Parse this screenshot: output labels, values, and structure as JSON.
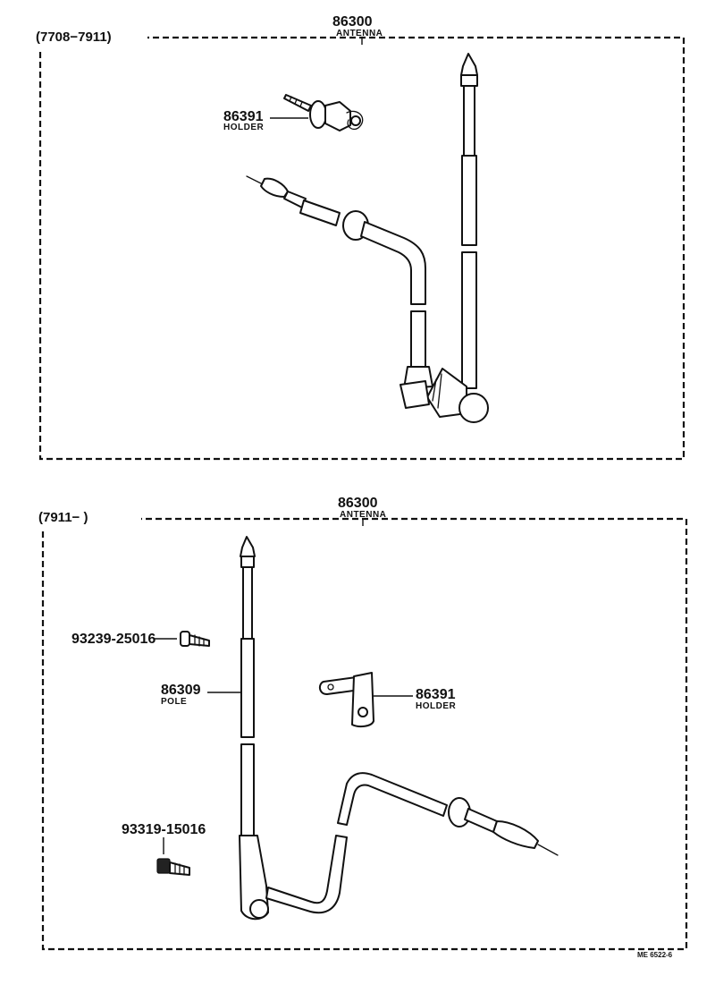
{
  "top_section": {
    "period": "(7708−7911)",
    "antenna": {
      "number": "86300",
      "name": "ANTENNA"
    },
    "holder": {
      "number": "86391",
      "name": "HOLDER"
    }
  },
  "bottom_section": {
    "period": "(7911−        )",
    "antenna": {
      "number": "86300",
      "name": "ANTENNA"
    },
    "screw": {
      "number": "93239-25016"
    },
    "pole": {
      "number": "86309",
      "name": "POLE"
    },
    "holder": {
      "number": "86391",
      "name": "HOLDER"
    },
    "bolt": {
      "number": "93319-15016"
    }
  },
  "reference": "ME 6522-6"
}
